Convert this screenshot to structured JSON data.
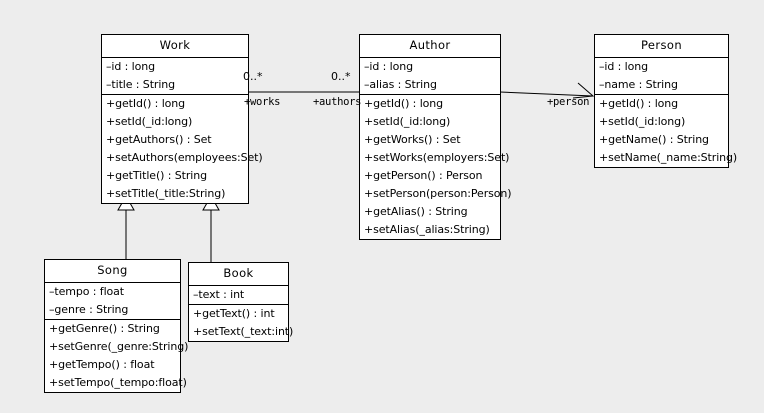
{
  "diagram": {
    "title": "UML Class Diagram",
    "background_color": "#ededed",
    "box_fill_color": "#ffffff",
    "line_color": "#000000"
  },
  "classes": {
    "work": {
      "name": "Work",
      "attributes": [
        "–id : long",
        "–title : String"
      ],
      "methods": [
        "+getId() : long",
        "+setId(_id:long)",
        "+getAuthors() : Set",
        "+setAuthors(employees:Set)",
        "+getTitle() : String",
        "+setTitle(_title:String)"
      ]
    },
    "author": {
      "name": "Author",
      "attributes": [
        "–id : long",
        "–alias : String"
      ],
      "methods": [
        "+getId() : long",
        "+setId(_id:long)",
        "+getWorks() : Set",
        "+setWorks(employers:Set)",
        "+getPerson() : Person",
        "+setPerson(person:Person)",
        "+getAlias() : String",
        "+setAlias(_alias:String)"
      ]
    },
    "person": {
      "name": "Person",
      "attributes": [
        "–id : long",
        "–name : String"
      ],
      "methods": [
        "+getId() : long",
        "+setId(_id:long)",
        "+getName() : String",
        "+setName(_name:String)"
      ]
    },
    "song": {
      "name": "Song",
      "attributes": [
        "–tempo : float",
        "–genre : String"
      ],
      "methods": [
        "+getGenre() : String",
        "+setGenre(_genre:String)",
        "+getTempo() : float",
        "+setTempo(_tempo:float)"
      ]
    },
    "book": {
      "name": "Book",
      "attributes": [
        "–text : int"
      ],
      "methods": [
        "+getText() : int",
        "+setText(_text:int)"
      ]
    }
  },
  "relationships": {
    "work_author": {
      "kind": "association",
      "source_multiplicity": "0..*",
      "target_multiplicity": "0..*",
      "source_role": "+works",
      "target_role": "+authors"
    },
    "author_person": {
      "kind": "directed-association",
      "target_role": "+person"
    },
    "song_work": {
      "kind": "generalization"
    },
    "book_work": {
      "kind": "generalization"
    }
  }
}
